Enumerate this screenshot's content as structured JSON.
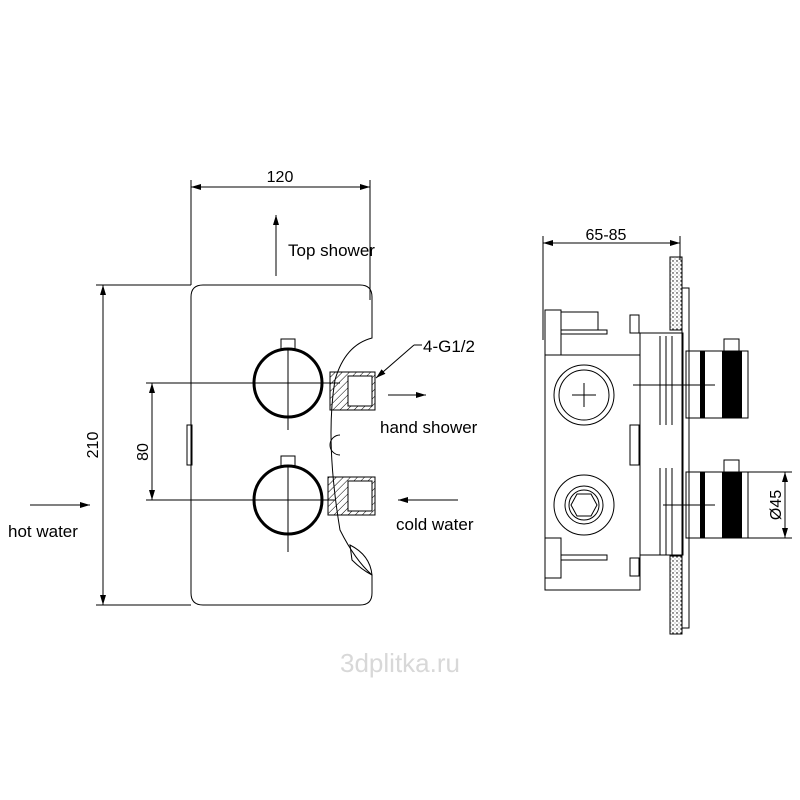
{
  "dimensions": {
    "width": "120",
    "height": "210",
    "spacing": "80",
    "depth": "65-85",
    "diameter": "Ø45"
  },
  "labels": {
    "top_shower": "Top shower",
    "hand_shower": "hand shower",
    "cold_water": "cold water",
    "hot_water": "hot water",
    "connection": "4-G1/2"
  },
  "watermark": "3dplitka.ru"
}
